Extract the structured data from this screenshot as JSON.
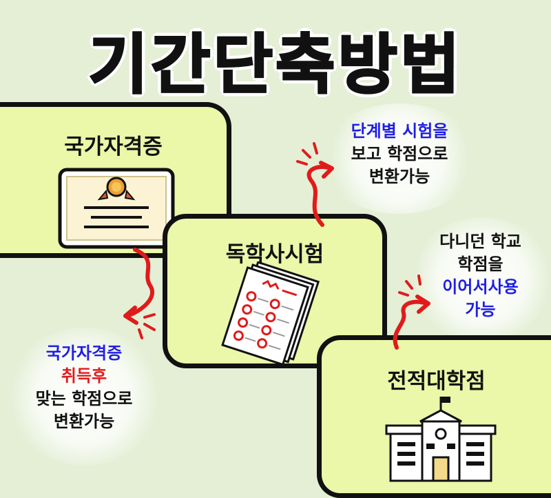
{
  "title": "기간단축방법",
  "cards": {
    "national_cert": {
      "title": "국가자격증",
      "icon": "certificate-icon"
    },
    "self_study": {
      "title": "독학사시험",
      "icon": "exam-papers-icon"
    },
    "transfer": {
      "title": "전적대학점",
      "icon": "school-building-icon"
    }
  },
  "notes": {
    "self_study": {
      "line1": "단계별 시험을",
      "line2": "보고 학점으로",
      "line3": "변환가능"
    },
    "transfer": {
      "line1": "다니던 학교",
      "line2": "학점을",
      "line3": "이어서사용",
      "line4": "가능"
    },
    "national_cert": {
      "line1": "국가자격증",
      "line2": "취득후",
      "line3": "맞는 학점으로",
      "line4": "변환가능"
    }
  },
  "colors": {
    "background": "#e4efd6",
    "card_fill": "#ebf7a9",
    "arrow_red": "#e01b1b",
    "highlight_blue": "#1e1ee6"
  }
}
